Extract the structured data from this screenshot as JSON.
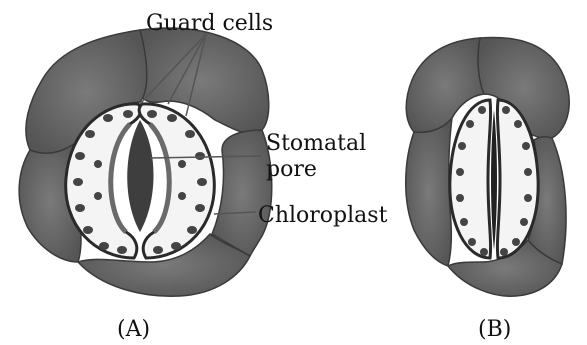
{
  "diagram": {
    "labels": {
      "guard_cells": "Guard cells",
      "stomatal_pore_line1": "Stomatal",
      "stomatal_pore_line2": "pore",
      "chloroplast": "Chloroplast"
    },
    "captions": {
      "a": "(A)",
      "b": "(B)"
    }
  },
  "colors": {
    "epidermal_cell": "#5f5f5f",
    "epidermal_cell_outline": "#3a3a3a",
    "guard_cell": "#f4f4f4",
    "guard_cell_outline": "#2a2a2a",
    "chloroplast": "#444444",
    "pore": "#3e3e3e",
    "leader_line": "#555555"
  }
}
